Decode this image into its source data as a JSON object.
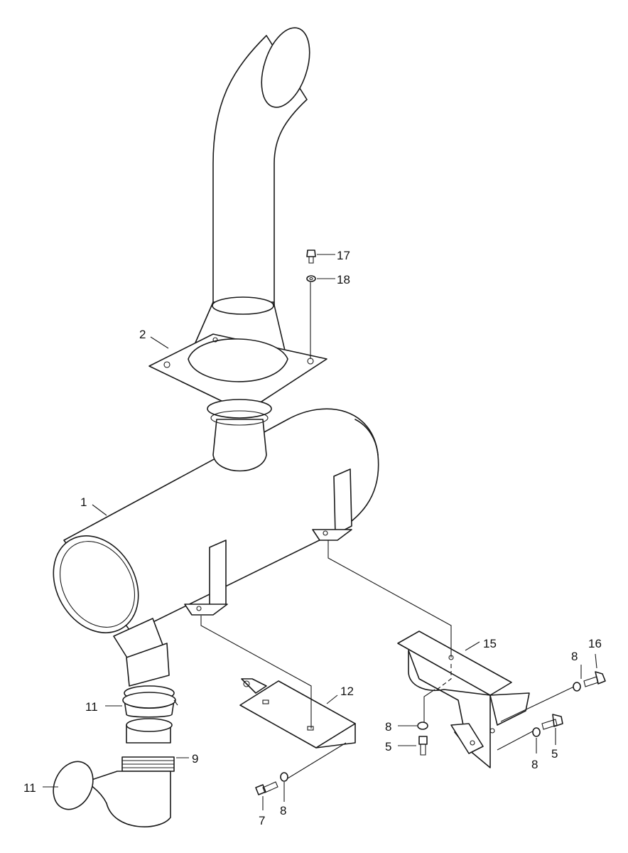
{
  "callouts": [
    {
      "id": "c1",
      "text": "1"
    },
    {
      "id": "c2",
      "text": "2"
    },
    {
      "id": "c17",
      "text": "17"
    },
    {
      "id": "c18",
      "text": "18"
    },
    {
      "id": "c15",
      "text": "15"
    },
    {
      "id": "c16",
      "text": "16"
    },
    {
      "id": "c8a",
      "text": "8"
    },
    {
      "id": "c8b",
      "text": "8"
    },
    {
      "id": "c5a",
      "text": "5"
    },
    {
      "id": "c8c",
      "text": "8"
    },
    {
      "id": "c5b",
      "text": "5"
    },
    {
      "id": "c12",
      "text": "12"
    },
    {
      "id": "c11a",
      "text": "11"
    },
    {
      "id": "c9",
      "text": "9"
    },
    {
      "id": "c11b",
      "text": "11"
    },
    {
      "id": "c7",
      "text": "7"
    },
    {
      "id": "c8d",
      "text": "8"
    }
  ]
}
